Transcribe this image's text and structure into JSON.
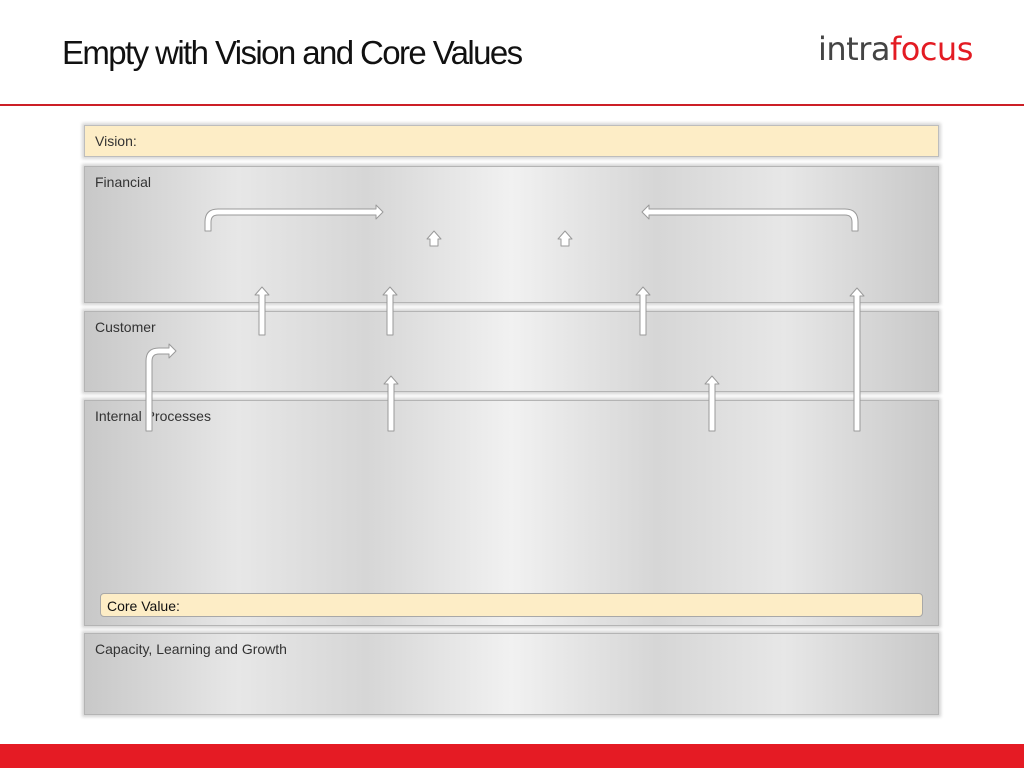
{
  "header": {
    "title": "Empty with Vision and Core Values",
    "logo": {
      "intra": "intra",
      "focus": "focus"
    }
  },
  "vision": {
    "label": "Vision:"
  },
  "perspectives": {
    "financial": "Financial",
    "customer": "Customer",
    "internal": "Internal  Processes",
    "capacity": "Capacity, Learning and Growth"
  },
  "core_value": {
    "label": "Core Value:"
  },
  "colors": {
    "brand_red": "#e31b23",
    "label_fill": "#fdedc6",
    "arrow_stroke": "#9a9a9a"
  }
}
